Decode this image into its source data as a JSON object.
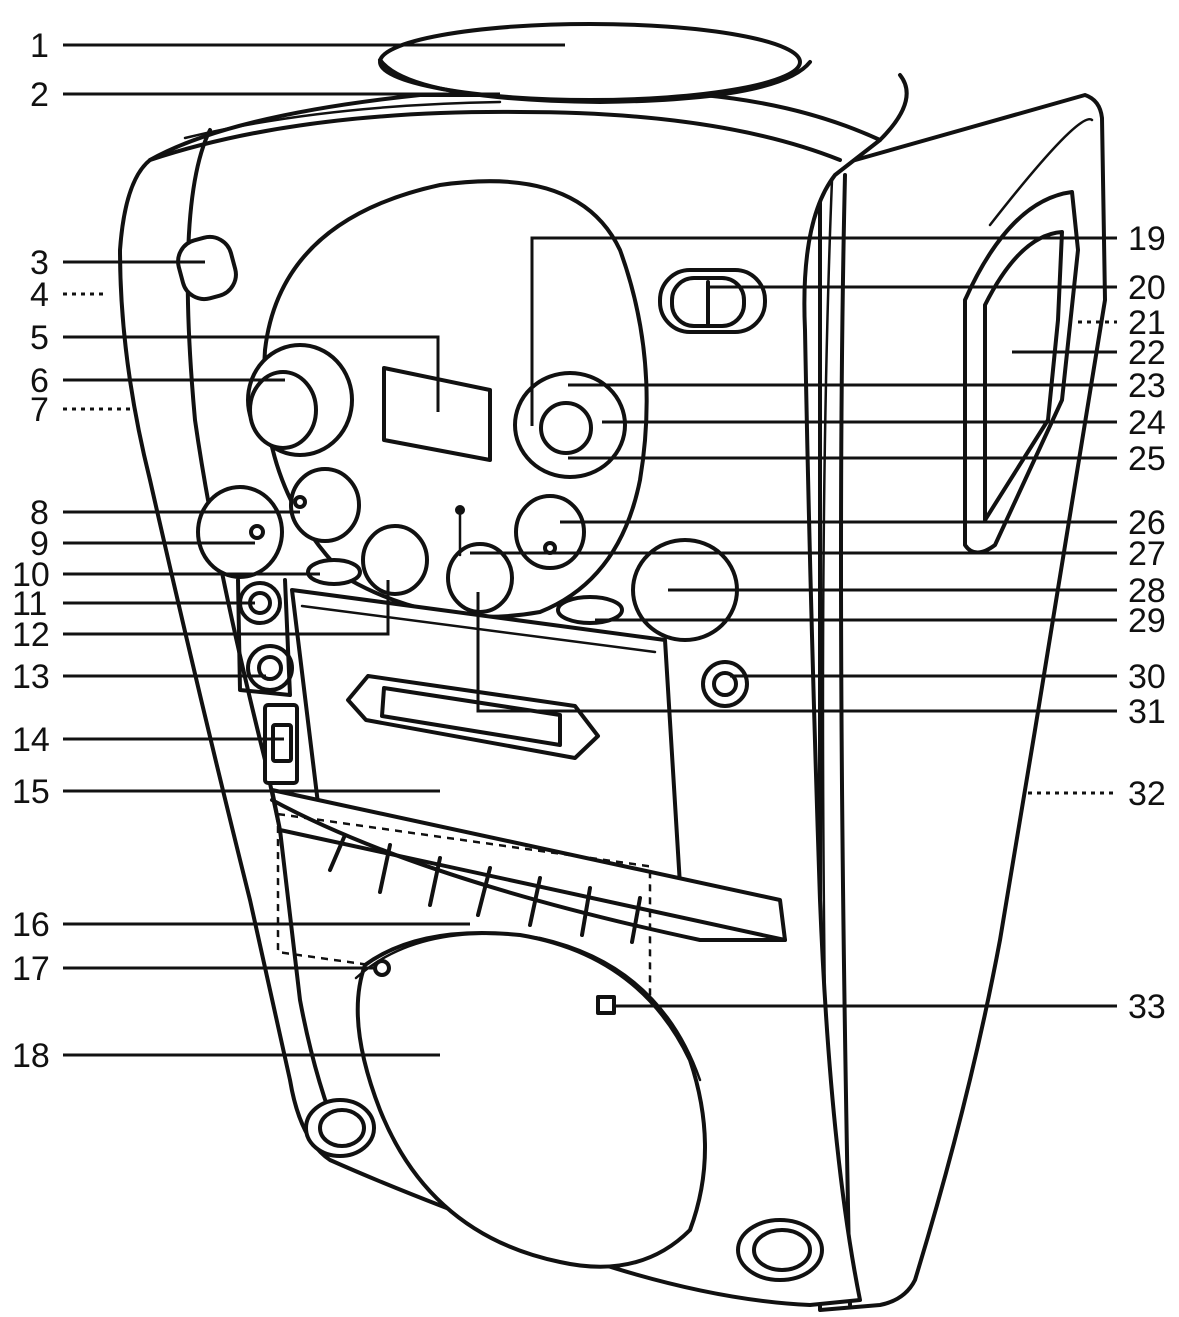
{
  "callouts": [
    {
      "number": "1",
      "style": "solid"
    },
    {
      "number": "2",
      "style": "solid"
    },
    {
      "number": "3",
      "style": "solid"
    },
    {
      "number": "4",
      "style": "dotted"
    },
    {
      "number": "5",
      "style": "solid"
    },
    {
      "number": "6",
      "style": "solid"
    },
    {
      "number": "7",
      "style": "dotted"
    },
    {
      "number": "8",
      "style": "solid"
    },
    {
      "number": "9",
      "style": "solid"
    },
    {
      "number": "10",
      "style": "solid"
    },
    {
      "number": "11",
      "style": "solid"
    },
    {
      "number": "12",
      "style": "solid"
    },
    {
      "number": "13",
      "style": "solid"
    },
    {
      "number": "14",
      "style": "solid"
    },
    {
      "number": "15",
      "style": "solid"
    },
    {
      "number": "16",
      "style": "solid"
    },
    {
      "number": "17",
      "style": "solid"
    },
    {
      "number": "18",
      "style": "solid"
    },
    {
      "number": "19",
      "style": "solid"
    },
    {
      "number": "20",
      "style": "solid"
    },
    {
      "number": "21",
      "style": "dotted"
    },
    {
      "number": "22",
      "style": "solid"
    },
    {
      "number": "23",
      "style": "solid"
    },
    {
      "number": "24",
      "style": "solid"
    },
    {
      "number": "25",
      "style": "solid"
    },
    {
      "number": "26",
      "style": "solid"
    },
    {
      "number": "27",
      "style": "solid"
    },
    {
      "number": "28",
      "style": "solid"
    },
    {
      "number": "29",
      "style": "solid"
    },
    {
      "number": "30",
      "style": "solid"
    },
    {
      "number": "31",
      "style": "solid"
    },
    {
      "number": "32",
      "style": "dotted"
    },
    {
      "number": "33",
      "style": "solid"
    }
  ],
  "colors": {
    "ink": "#111111",
    "background": "#ffffff"
  }
}
